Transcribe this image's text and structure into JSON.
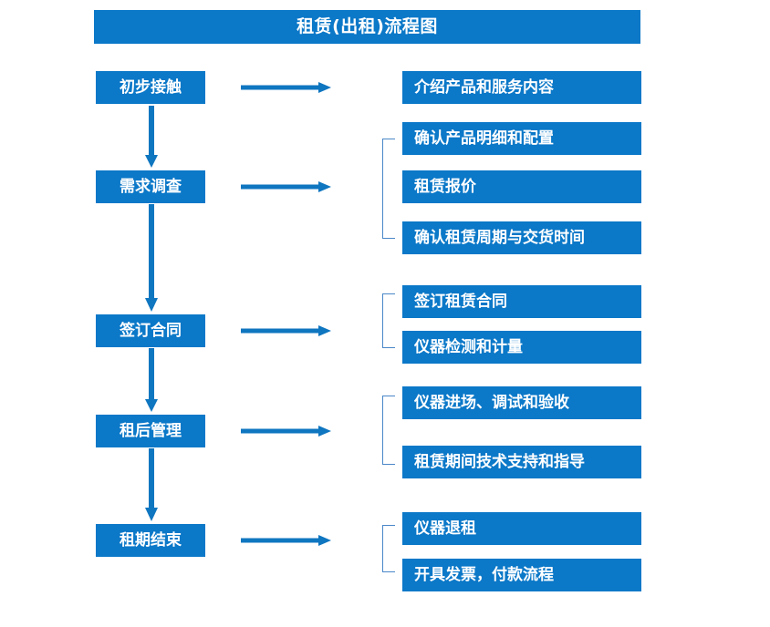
{
  "diagram": {
    "title": "租赁(出租)流程图",
    "colors": {
      "box_blue": "#0B78C8",
      "arrow_blue": "#0F76C0",
      "bracket_blue": "#4A87C8",
      "text_white": "#FFFFFF",
      "background": "#FFFFFF"
    },
    "stages": [
      {
        "id": "stage-1",
        "label": "初步接触"
      },
      {
        "id": "stage-2",
        "label": "需求调查"
      },
      {
        "id": "stage-3",
        "label": "签订合同"
      },
      {
        "id": "stage-4",
        "label": "租后管理"
      },
      {
        "id": "stage-5",
        "label": "租期结束"
      }
    ],
    "details": [
      {
        "id": "detail-1",
        "label": "介绍产品和服务内容"
      },
      {
        "id": "detail-2",
        "label": "确认产品明细和配置"
      },
      {
        "id": "detail-3",
        "label": "租赁报价"
      },
      {
        "id": "detail-4",
        "label": "确认租赁周期与交货时间"
      },
      {
        "id": "detail-5",
        "label": "签订租赁合同"
      },
      {
        "id": "detail-6",
        "label": "仪器检测和计量"
      },
      {
        "id": "detail-7",
        "label": "仪器进场、调试和验收"
      },
      {
        "id": "detail-8",
        "label": "租赁期间技术支持和指导"
      },
      {
        "id": "detail-9",
        "label": "仪器退租"
      },
      {
        "id": "detail-10",
        "label": "开具发票，付款流程"
      }
    ],
    "connectors": {
      "horizontal_arrows": 5,
      "vertical_arrows": 4,
      "brackets": 4
    }
  }
}
